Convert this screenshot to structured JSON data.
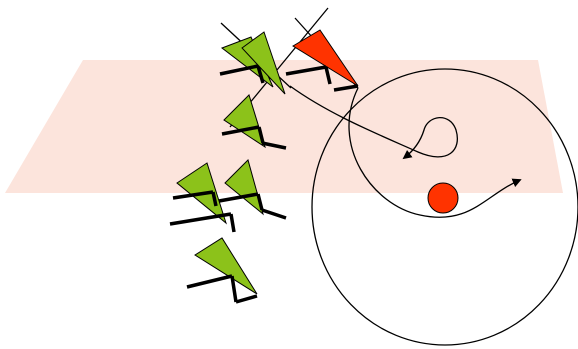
{
  "colors": {
    "background": "#ffffff",
    "plane_fill": "#fce4dc",
    "green_flag": "#8cc21a",
    "red_flag": "#ff3300",
    "center_dot": "#ff3300",
    "stroke": "#000000"
  },
  "elements": {
    "plane": "pink-plane",
    "circle": "large-circle",
    "center_marker": "red-center-dot",
    "arrows": [
      "curved-arrow-left",
      "curved-arrow-right"
    ],
    "green_flags": 6,
    "red_flags": 1
  }
}
